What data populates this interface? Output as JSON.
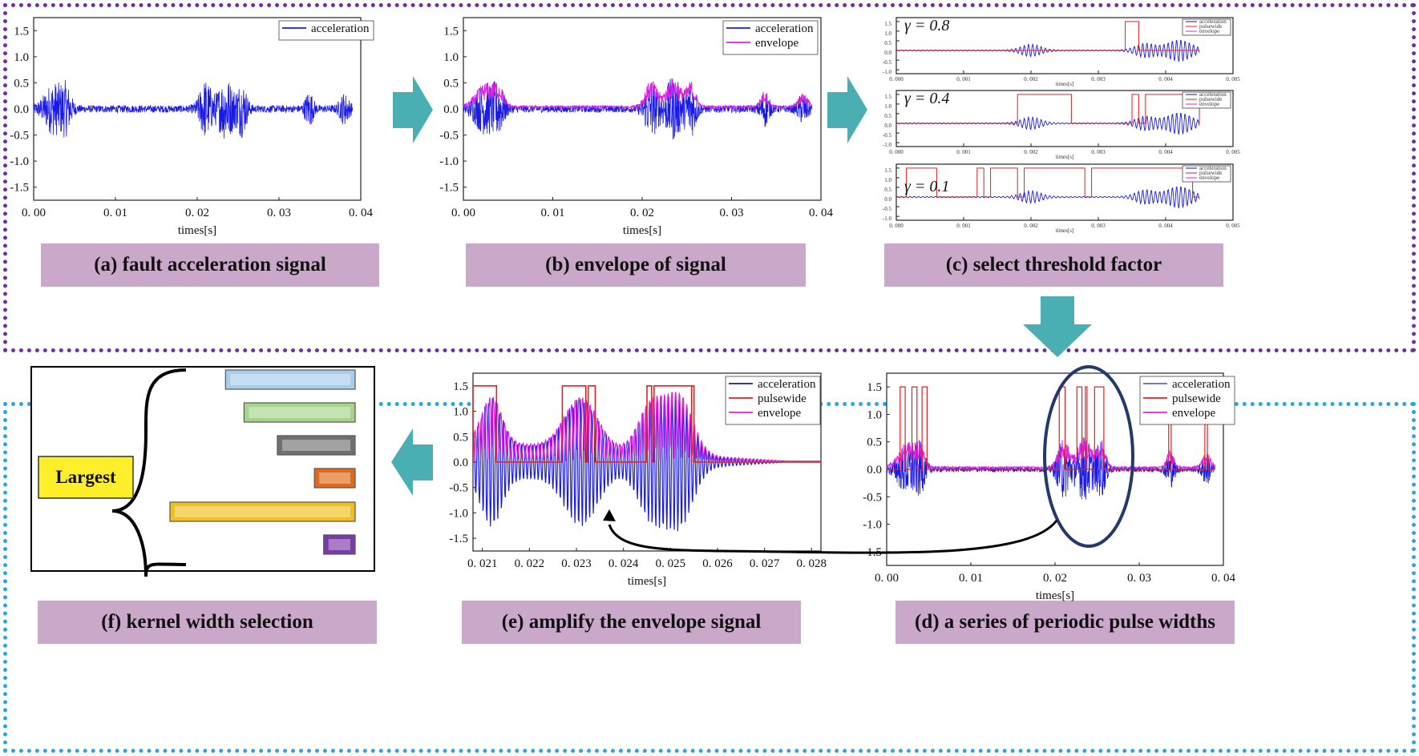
{
  "captions": {
    "a": "(a) fault acceleration signal",
    "b": "(b) envelope of signal",
    "c": "(c) select  threshold factor",
    "d": "(d) a series of periodic pulse widths",
    "e": "(e) amplify the  envelope signal",
    "f": "(f) kernel width selection"
  },
  "legend": {
    "acceleration": "acceleration",
    "envelope": "envelope",
    "pulsewide": "pulsewide"
  },
  "axis": {
    "xlabel": "times[s]",
    "yticks": [
      "1.5",
      "1.0",
      "0.5",
      "0.0",
      "-0.5",
      "-1.0",
      "-1.5"
    ],
    "xticks_main": [
      "0.00",
      "0.01",
      "0.02",
      "0.03",
      "0.04"
    ],
    "xticks_zoom": [
      "0.021",
      "0.022",
      "0.023",
      "0.024",
      "0.025",
      "0.026",
      "0.027",
      "0.028"
    ],
    "xticks_small": [
      "0.000",
      "0.001",
      "0.002",
      "0.003",
      "0.004",
      "0.005"
    ],
    "yticks_small": [
      "1.5",
      "1.0",
      "0.5",
      "0.0",
      "-0.5",
      "-1.0"
    ]
  },
  "gammas": [
    "γ = 0.8",
    "γ = 0.4",
    "γ = 0.1"
  ],
  "largest_label": "Largest",
  "kernel_bars": [
    {
      "color": "#a9cdea",
      "length": 0.7
    },
    {
      "color": "#a6d58a",
      "length": 0.6
    },
    {
      "color": "#707070",
      "length": 0.42
    },
    {
      "color": "#e06a1a",
      "length": 0.22
    },
    {
      "color": "#f0c020",
      "length": 1.0
    },
    {
      "color": "#7a3aa8",
      "length": 0.17
    }
  ],
  "colors": {
    "acceleration": "#1a1ae6",
    "envelope": "#e020e0",
    "pulsewide": "#e02020",
    "arrow": "#4aafb2",
    "top_border": "#7030a0",
    "bottom_border": "#2aa6dd"
  }
}
